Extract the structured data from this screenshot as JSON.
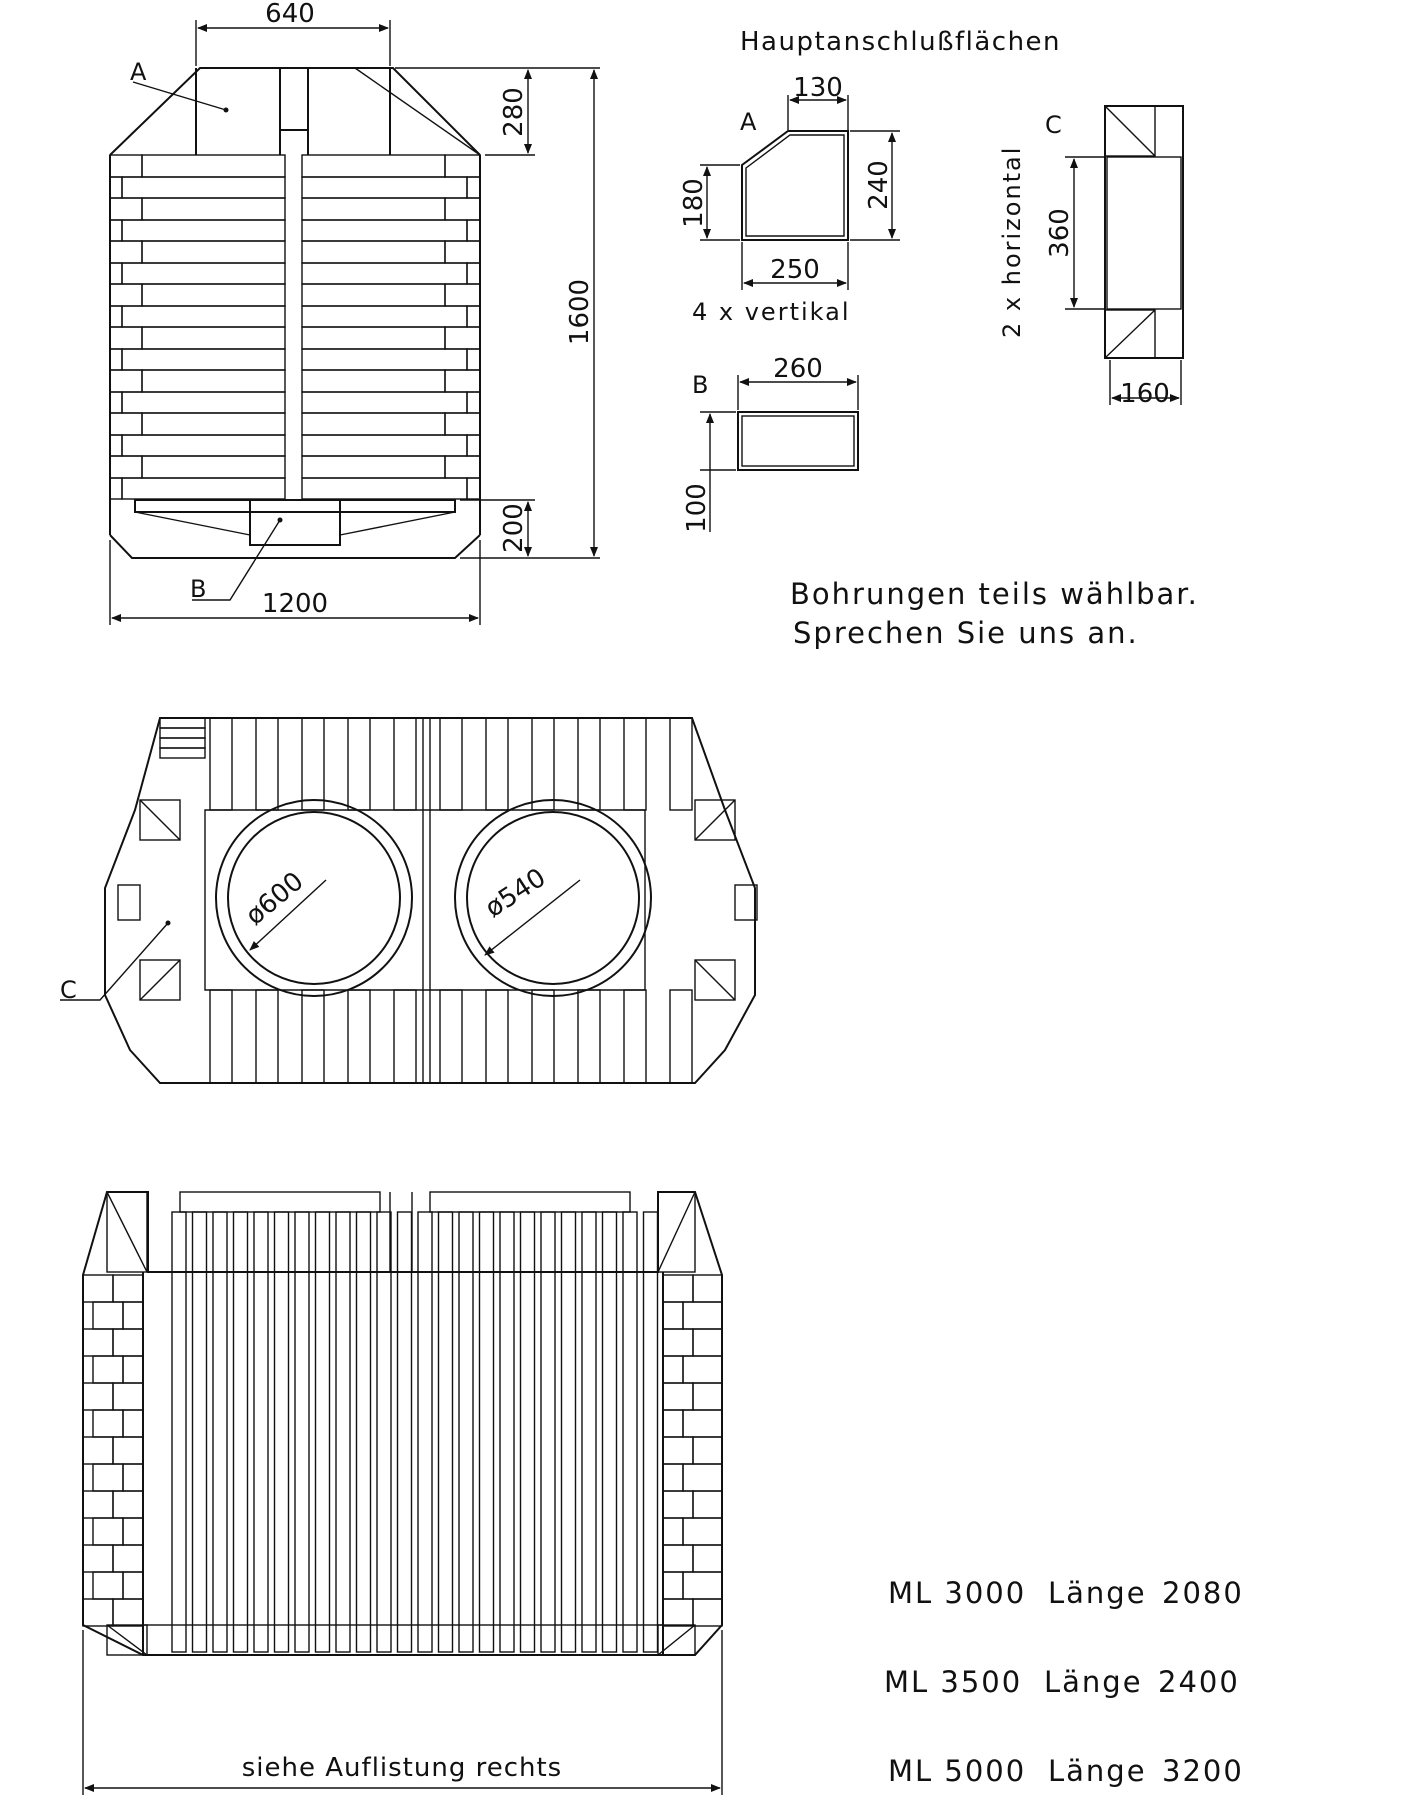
{
  "front_view": {
    "dim_top": "640",
    "dim_top_right": "280",
    "dim_height": "1600",
    "dim_bottom_right": "200",
    "dim_width": "1200",
    "label_a": "A",
    "label_b": "B"
  },
  "connections": {
    "title": "Hauptanschlußflächen",
    "a": {
      "label": "A",
      "w_top": "130",
      "h_left": "180",
      "h_right": "240",
      "w_bottom": "250",
      "count": "4 x vertikal"
    },
    "b": {
      "label": "B",
      "w": "260",
      "h": "100"
    },
    "c": {
      "label": "C",
      "count": "2 x horizontal",
      "h": "360",
      "w": "160"
    }
  },
  "note": {
    "line1": "Bohrungen teils wählbar.",
    "line2": "Sprechen Sie uns an."
  },
  "top_view": {
    "d1": "ø600",
    "d2": "ø540",
    "label_c": "C"
  },
  "side_view": {
    "dim_label": "siehe Auflistung rechts"
  },
  "lengths": [
    {
      "model": "ML 3000",
      "word": "Länge",
      "value": "2080"
    },
    {
      "model": "ML 3500",
      "word": "Länge",
      "value": "2400"
    },
    {
      "model": "ML 5000",
      "word": "Länge",
      "value": "3200"
    }
  ]
}
